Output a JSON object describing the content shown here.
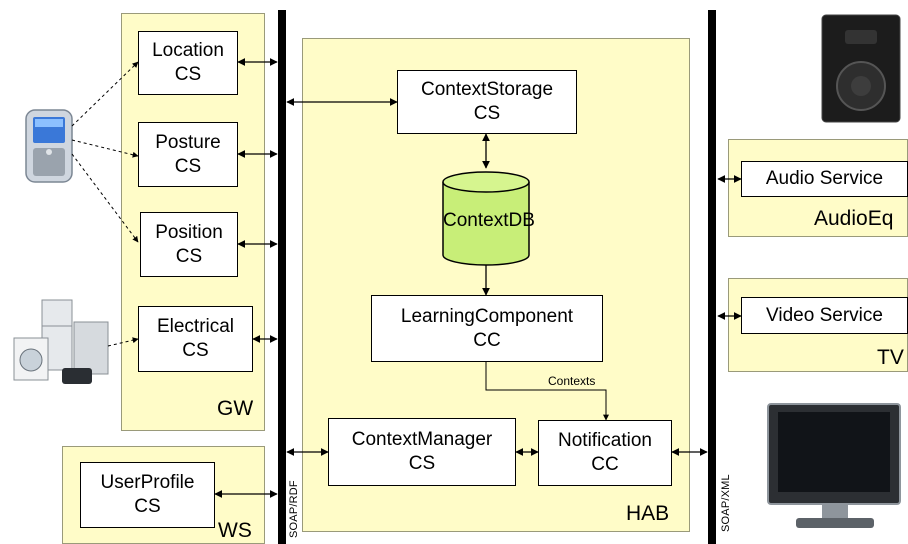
{
  "regions": {
    "gw": "GW",
    "hab": "HAB",
    "ws": "WS",
    "audio": "AudioEq",
    "tv": "TV"
  },
  "boxes": {
    "location": [
      "Location",
      "CS"
    ],
    "posture": [
      "Posture",
      "CS"
    ],
    "position": [
      "Position",
      "CS"
    ],
    "electrical": [
      "Electrical",
      "CS"
    ],
    "userprofile": [
      "UserProfile",
      "CS"
    ],
    "contextstorage": [
      "ContextStorage",
      "CS"
    ],
    "learning": [
      "LearningComponent",
      "CC"
    ],
    "contextmanager": [
      "ContextManager",
      "CS"
    ],
    "notification": [
      "Notification",
      "CC"
    ],
    "audioservice": "Audio Service",
    "videoservice": "Video Service"
  },
  "database": "ContextDB",
  "edge_label": "Contexts",
  "bus_labels": {
    "left": "SOAP/RDF",
    "right": "SOAP/XML"
  },
  "colors": {
    "region_fill": "#fffcc8",
    "database_fill": "#c8ee78",
    "bus": "#000000"
  }
}
